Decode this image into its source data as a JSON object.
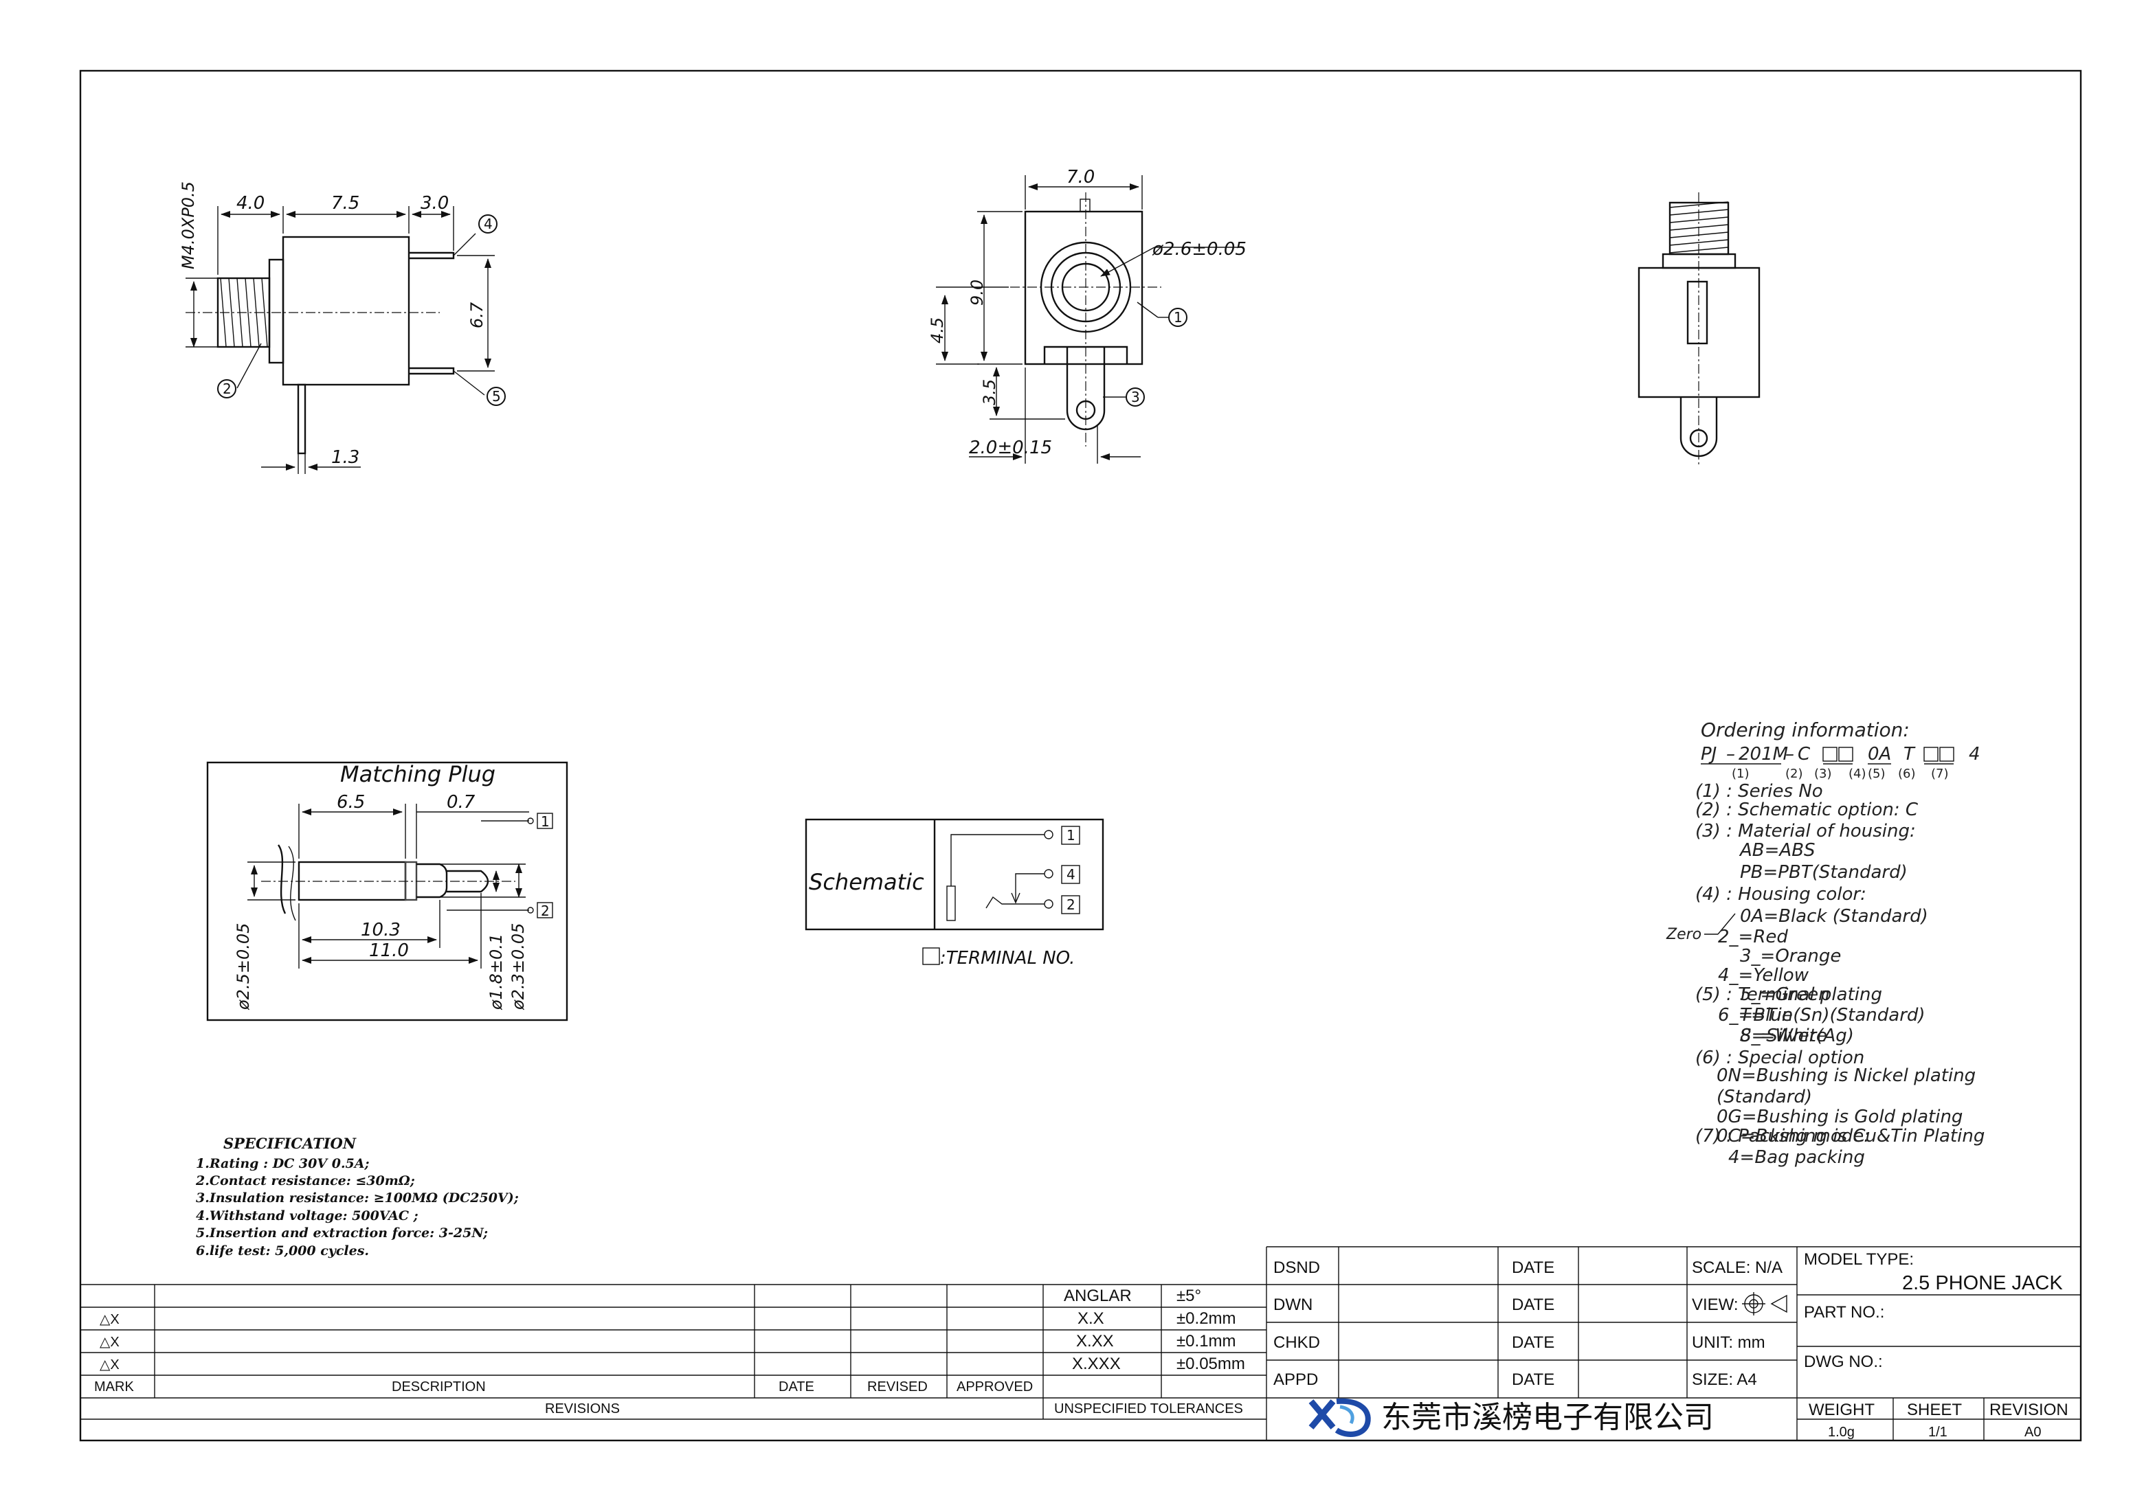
{
  "side_view": {
    "thread_label": "M4.0XP0.5",
    "dims": [
      "4.0",
      "7.5",
      "3.0",
      "6.7",
      "1.3"
    ],
    "pins": [
      "4",
      "2",
      "5"
    ]
  },
  "front_view": {
    "dims": [
      "7.0",
      "ø2.6±0.05",
      "9.0",
      "4.5",
      "3.5",
      "2.0±0.15"
    ],
    "pins": [
      "1",
      "3"
    ]
  },
  "plug": {
    "title": "Matching Plug",
    "dims": [
      "6.5",
      "0.7",
      "10.3",
      "11.0",
      "ø2.5±0.05",
      "ø1.8±0.1",
      "ø2.3±0.05"
    ],
    "terminals": [
      "1",
      "2"
    ]
  },
  "schematic": {
    "label": "Schematic",
    "terminals": [
      "1",
      "4",
      "2"
    ],
    "legend": ":TERMINAL  NO."
  },
  "ordering": {
    "title": "Ordering  information:",
    "code_parts": [
      "PJ",
      "201M",
      "C",
      "0A",
      "T",
      "4"
    ],
    "code_nums": [
      "(1)",
      "(2)",
      "(3)",
      "(4)",
      "(5)",
      "(6)",
      "(7)"
    ],
    "zero": "Zero",
    "lines": [
      "(1) : Series  No",
      "(2) : Schematic  option:    C",
      "(3) : Material  of  housing:",
      "AB=ABS",
      "PB=PBT(Standard)",
      "(4) : Housing  color:",
      "0A=Black  (Standard)",
      "2_=Red",
      "3_=Orange",
      "4_=Yellow",
      "5_=Green",
      "(5) : Terminal  plating",
      "6_=Blue",
      "T=Tin(Sn)(Standard)",
      "8_=White",
      "S=Silver(Ag)",
      "(6) : Special  option",
      "0N=Bushing  is  Nickel  plating",
      "(Standard)",
      "0G=Bushing  is  Gold  plating",
      "0C=Bushing  is  Cu&Tin  Plating",
      "(7) : Packing  mode:",
      "4=Bag  packing"
    ]
  },
  "specification": {
    "title": "SPECIFICATION",
    "lines": [
      "1.Rating : DC 30V 0.5A;",
      "2.Contact resistance: ≤30mΩ;",
      "3.Insulation resistance: ≥100MΩ (DC250V);",
      "4.Withstand voltage: 500VAC ;",
      "5.Insertion and extraction force: 3-25N;",
      "6.life test: 5,000 cycles."
    ]
  },
  "title_block": {
    "revisions": {
      "rows": [
        "△X",
        "△X",
        "△X"
      ],
      "headers": [
        "MARK",
        "DESCRIPTION",
        "DATE",
        "REVISED",
        "APPROVED"
      ],
      "footer": "REVISIONS"
    },
    "tolerances": {
      "rows": [
        [
          "ANGLAR",
          "±5°"
        ],
        [
          "X.X",
          "±0.2mm"
        ],
        [
          "X.XX",
          "±0.1mm"
        ],
        [
          "X.XXX",
          "±0.05mm"
        ]
      ],
      "footer": "UNSPECIFIED TOLERANCES"
    },
    "signoff": {
      "roles": [
        "DSND",
        "DWN",
        "CHKD",
        "APPD"
      ],
      "date_label": "DATE"
    },
    "scale": "SCALE: N/A",
    "view": "VIEW:",
    "unit": "UNIT: mm",
    "size": "SIZE: A4",
    "model_type_label": "MODEL TYPE:",
    "model_type": "2.5 PHONE JACK",
    "part_no_label": "PART NO.:",
    "dwg_no_label": "DWG NO.:",
    "company": "东莞市溪榜电子有限公司",
    "weight_label": "WEIGHT",
    "weight": "1.0g",
    "sheet_label": "SHEET",
    "sheet": "1/1",
    "revision_label": "REVISION",
    "revision": "A0"
  }
}
